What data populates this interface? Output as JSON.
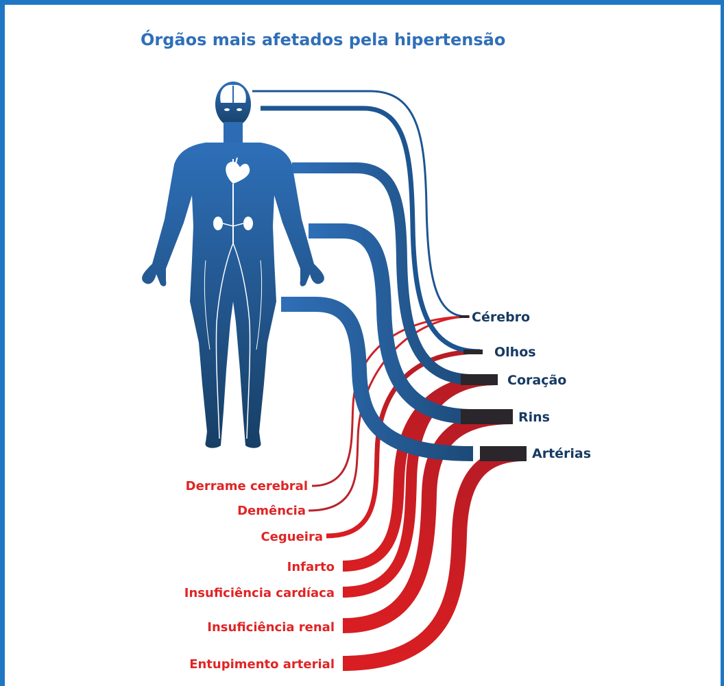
{
  "title": "Órgãos mais afetados pela hipertensão",
  "organs": [
    "Cérebro",
    "Olhos",
    "Coração",
    "Rins",
    "Artérias"
  ],
  "effects": [
    "Derrame cerebral",
    "Demência",
    "Cegueira",
    "Infarto",
    "Insuficiência cardíaca",
    "Insuficiência renal",
    "Entupimento arterial"
  ],
  "colors": {
    "frame": "#1f77c4",
    "title": "#2f6fb8",
    "body_top": "#2e6fb8",
    "body_bottom": "#173f66",
    "organ_label": "#163a63",
    "effect_label": "#e02425",
    "connector_dark": "#2a262b"
  },
  "icons": {
    "figure": "human-body-figure",
    "brain": "brain-icon",
    "heart": "heart-icon",
    "kidneys": "kidney-icon"
  }
}
